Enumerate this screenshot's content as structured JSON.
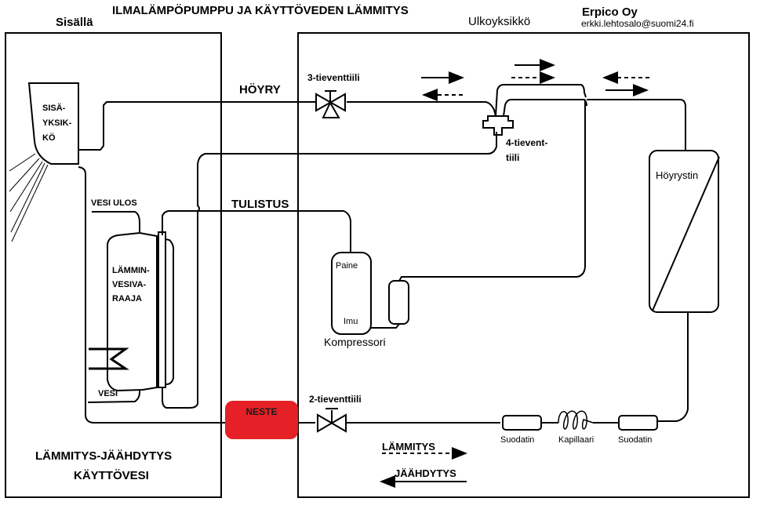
{
  "header": {
    "title": "ILMALÄMPÖPUMPPU JA KÄYTTÖVEDEN LÄMMITYS",
    "company": "Erpico Oy",
    "email": "erkki.lehtosalo@suomi24.fi"
  },
  "sections": {
    "indoor": "Sisällä",
    "outdoor": "Ulkoyksikkö",
    "indoor_footer_line1": "LÄMMITYS-JÄÄHDYTYS",
    "indoor_footer_line2": "KÄYTTÖVESI"
  },
  "components": {
    "indoor_unit": [
      "SISÄ-",
      "YKSIK-",
      "KÖ"
    ],
    "water_heater": [
      "LÄMMIN-",
      "VESIVA-",
      "RAAJA"
    ],
    "water_out": "VESI ULOS",
    "water_in": "VESI",
    "compressor": "Kompressori",
    "compressor_pressure": "Paine",
    "compressor_suction": "Imu",
    "evaporator": "Höyrystin",
    "valve_3way": "3-tieventtiili",
    "valve_4way_line1": "4-tievent-",
    "valve_4way_line2": "tiili",
    "valve_2way": "2-tieventtiili",
    "filter_1": "Suodatin",
    "capillary": "Kapillaari",
    "filter_2": "Suodatin"
  },
  "pipes": {
    "vapor": "HÖYRY",
    "superheat": "TULISTUS",
    "liquid": "NESTE"
  },
  "legend": {
    "heating": "LÄMMITYS",
    "cooling": "JÄÄHDYTYS"
  },
  "colors": {
    "liquid_highlight": "#e52027",
    "line": "#000000"
  }
}
